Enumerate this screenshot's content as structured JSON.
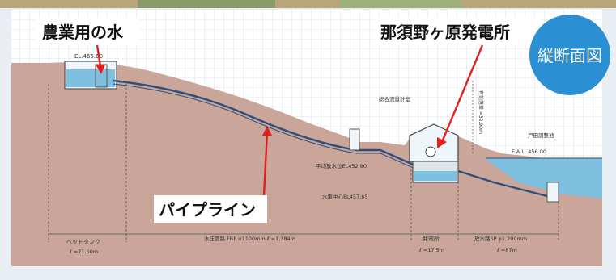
{
  "colors": {
    "background": "#e9eef4",
    "ground": "#c9a59a",
    "water": "#7fbfe0",
    "pipe": "#2f4f7a",
    "arrow": "#e0201e",
    "badge": "#2a8fd3"
  },
  "labels": {
    "farm_water": "農業用の水",
    "power_station": "那須野ヶ原発電所",
    "pipeline": "パイプライン",
    "section_badge": "縦断面図"
  },
  "annotations": {
    "head_el": "EL.465.60",
    "surge_tank": "総合流量計室",
    "normal_level": "平均放水位EL452.80",
    "turbine_center": "水車中心EL457.65",
    "fwl": "F.W.L. 456.00",
    "togawa": "戸田調整池",
    "head_label": "有効落差 =32.90m"
  },
  "sections": [
    {
      "name": "ヘッドタンク",
      "len": "ℓ =71.50m"
    },
    {
      "name": "水圧管路  FRP  φ1100mm  ℓ =1,384m",
      "len": ""
    },
    {
      "name": "発電所",
      "len": "ℓ =17.5m"
    },
    {
      "name": "放水路SP  φ1,200mm",
      "len": "ℓ =87m"
    }
  ]
}
